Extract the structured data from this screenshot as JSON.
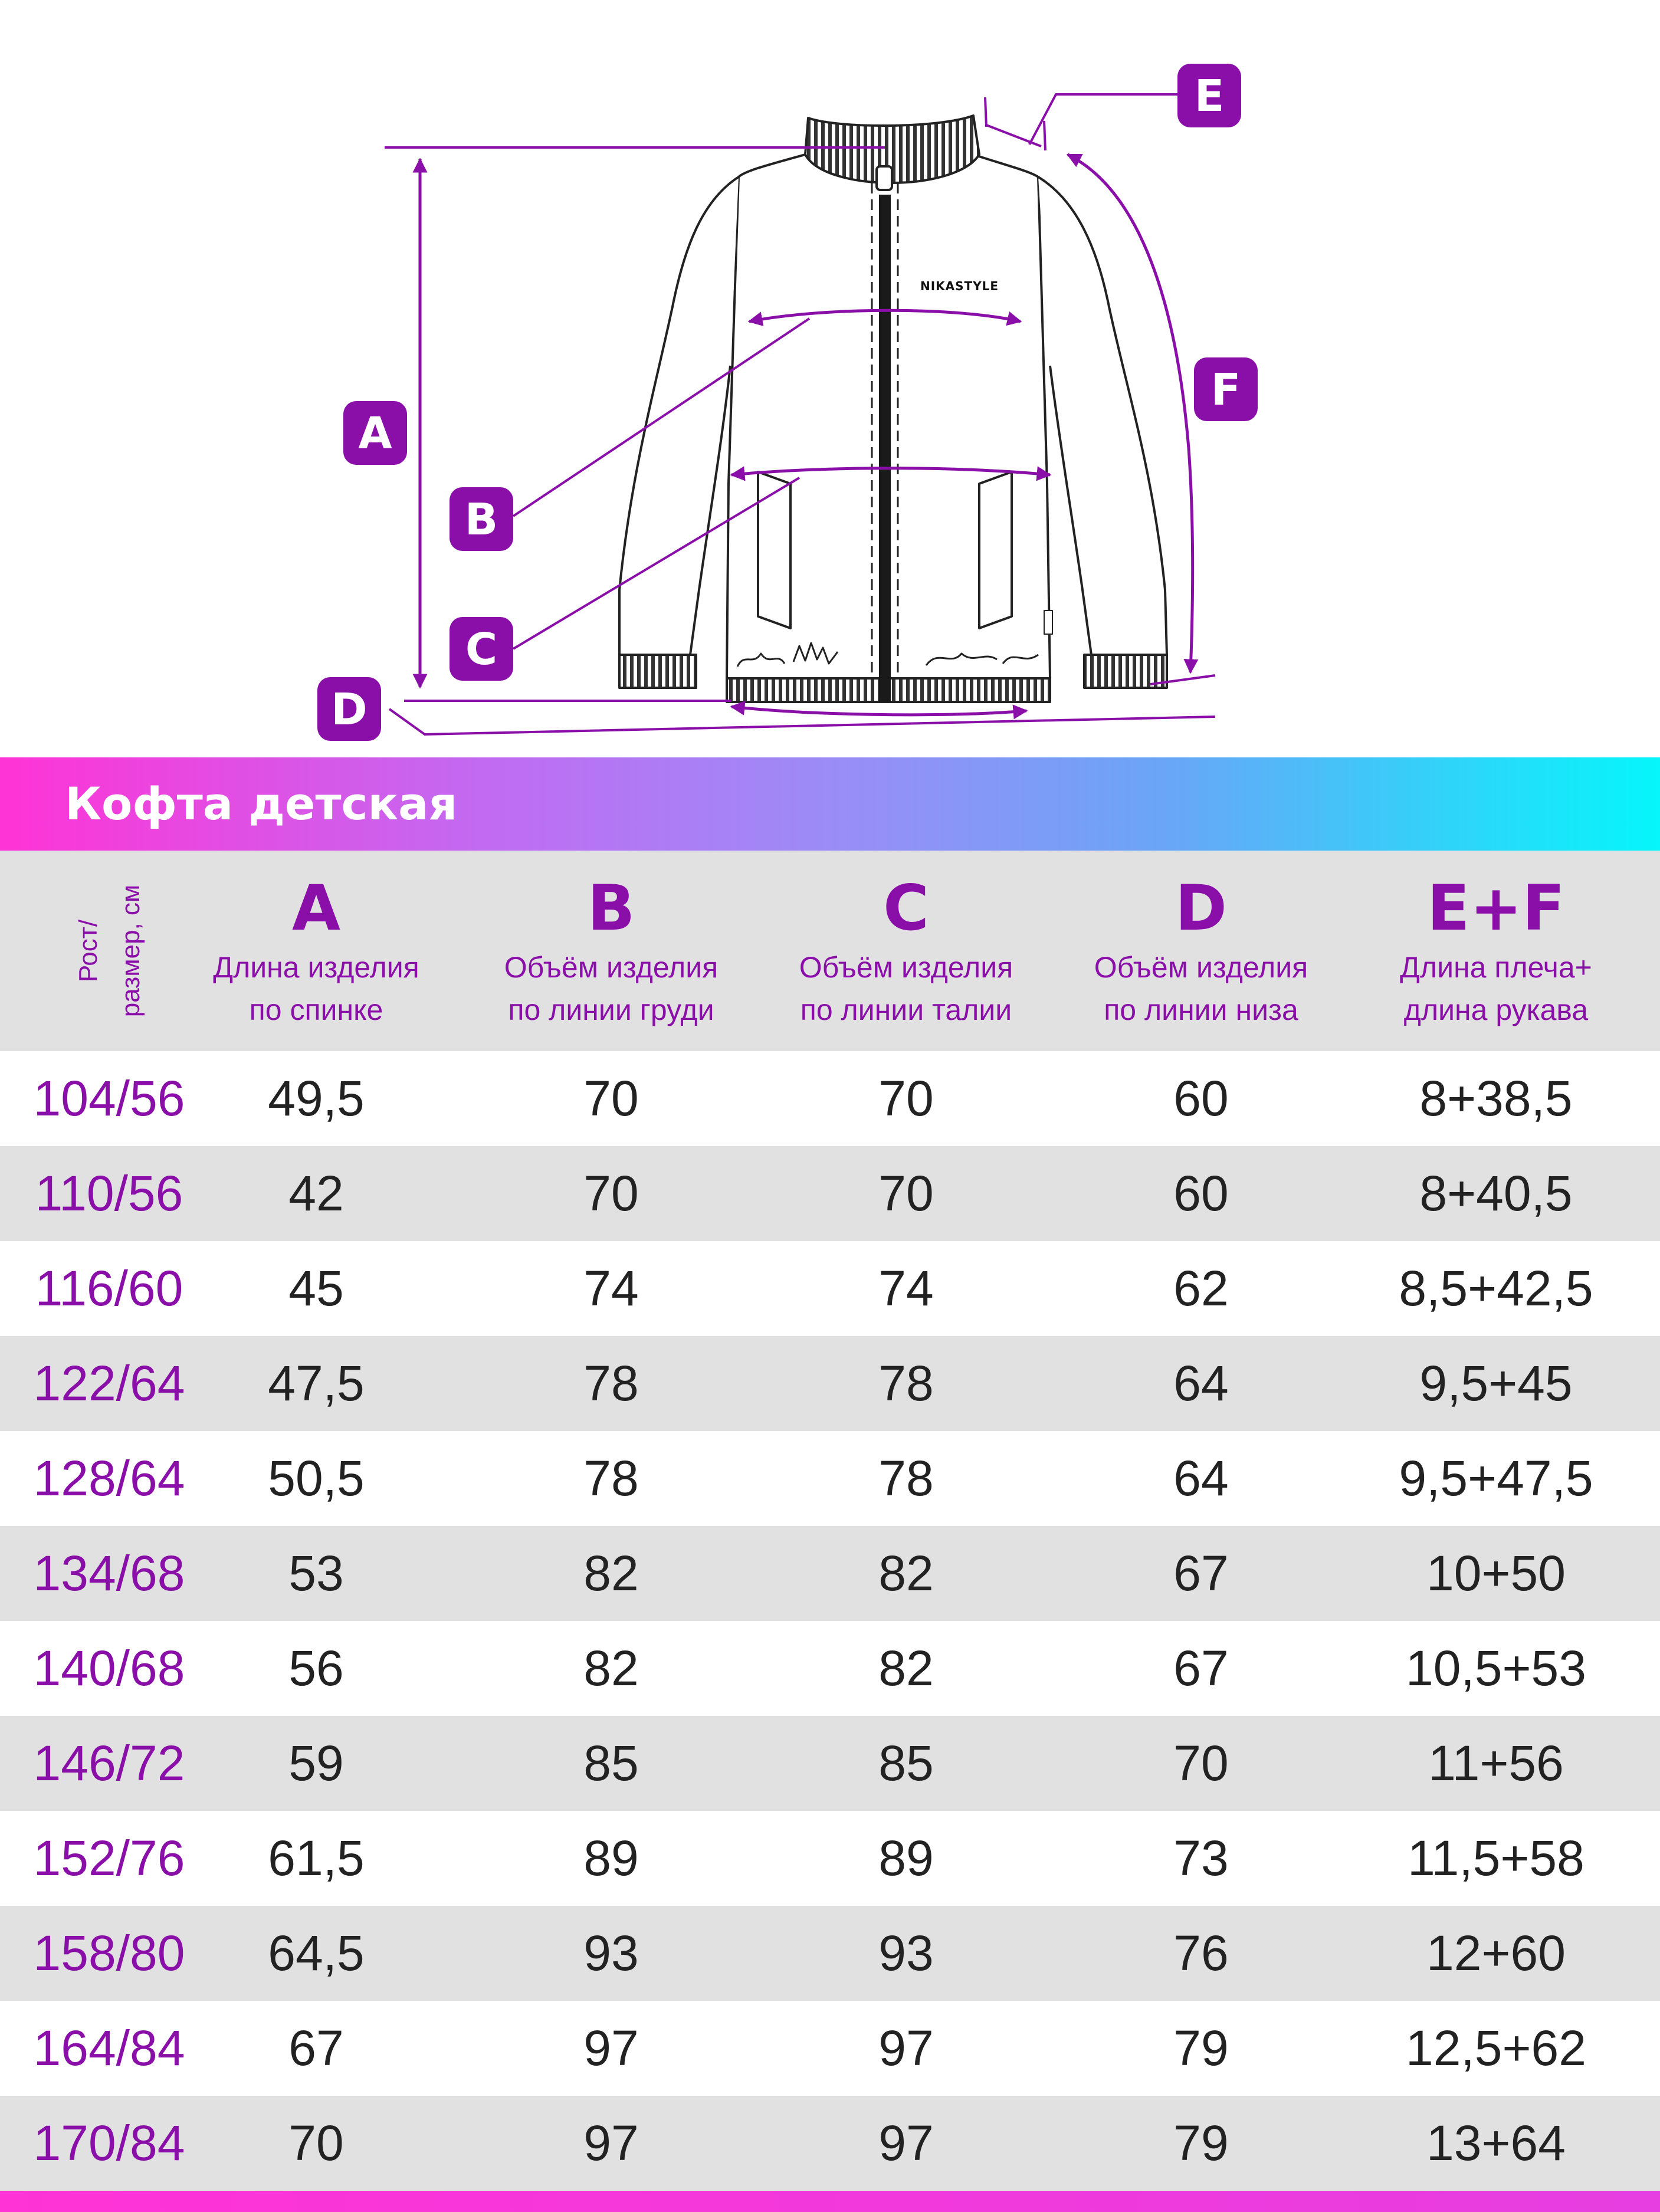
{
  "brand_label": "NIKASTYLE",
  "measure_tags": {
    "a": "A",
    "b": "B",
    "c": "C",
    "d": "D",
    "e": "E",
    "f": "F"
  },
  "banner": {
    "title": "Кофта детская"
  },
  "table": {
    "size_header": "Рост/\nразмер, см",
    "columns": [
      {
        "letter": "A",
        "desc": "Длина изделия\nпо спинке"
      },
      {
        "letter": "B",
        "desc": "Объём изделия\nпо линии груди"
      },
      {
        "letter": "C",
        "desc": "Объём изделия\nпо линии талии"
      },
      {
        "letter": "D",
        "desc": "Объём изделия\nпо линии низа"
      },
      {
        "letter": "E+F",
        "desc": "Длина плеча+\nдлина рукава"
      }
    ],
    "rows": [
      {
        "size": "104/56",
        "a": "49,5",
        "b": "70",
        "c": "70",
        "d": "60",
        "ef": "8+38,5"
      },
      {
        "size": "110/56",
        "a": "42",
        "b": "70",
        "c": "70",
        "d": "60",
        "ef": "8+40,5"
      },
      {
        "size": "116/60",
        "a": "45",
        "b": "74",
        "c": "74",
        "d": "62",
        "ef": "8,5+42,5"
      },
      {
        "size": "122/64",
        "a": "47,5",
        "b": "78",
        "c": "78",
        "d": "64",
        "ef": "9,5+45"
      },
      {
        "size": "128/64",
        "a": "50,5",
        "b": "78",
        "c": "78",
        "d": "64",
        "ef": "9,5+47,5"
      },
      {
        "size": "134/68",
        "a": "53",
        "b": "82",
        "c": "82",
        "d": "67",
        "ef": "10+50"
      },
      {
        "size": "140/68",
        "a": "56",
        "b": "82",
        "c": "82",
        "d": "67",
        "ef": "10,5+53"
      },
      {
        "size": "146/72",
        "a": "59",
        "b": "85",
        "c": "85",
        "d": "70",
        "ef": "11+56"
      },
      {
        "size": "152/76",
        "a": "61,5",
        "b": "89",
        "c": "89",
        "d": "73",
        "ef": "11,5+58"
      },
      {
        "size": "158/80",
        "a": "64,5",
        "b": "93",
        "c": "93",
        "d": "76",
        "ef": "12+60"
      },
      {
        "size": "164/84",
        "a": "67",
        "b": "97",
        "c": "97",
        "d": "79",
        "ef": "12,5+62"
      },
      {
        "size": "170/84",
        "a": "70",
        "b": "97",
        "c": "97",
        "d": "79",
        "ef": "13+64"
      }
    ]
  },
  "colors": {
    "accent_purple": "#8a0ea8",
    "gradient_start": "#ff33d6",
    "gradient_end": "#05f6fb",
    "row_stripe": "#e1e1e1"
  }
}
